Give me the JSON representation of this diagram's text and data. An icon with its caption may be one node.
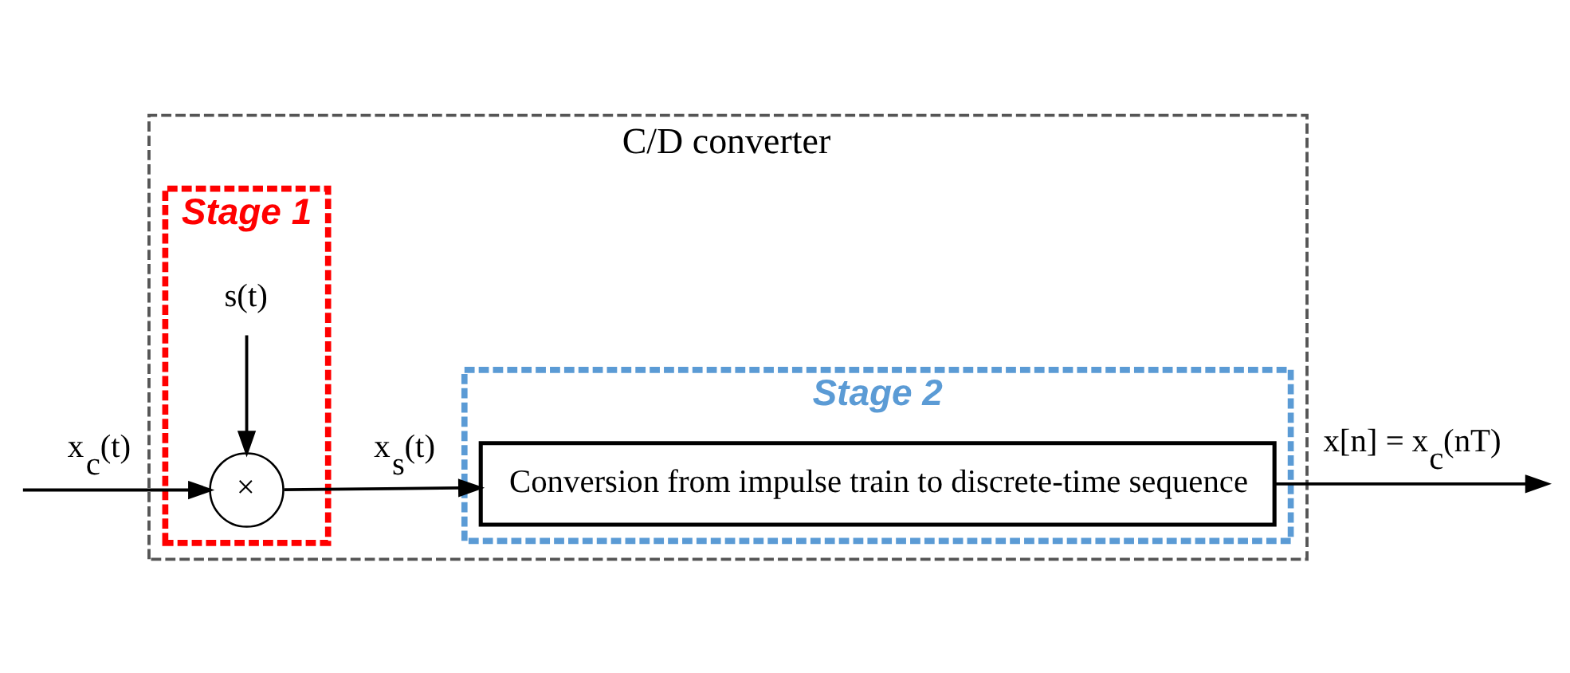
{
  "diagram": {
    "nodes": [
      {
        "text": [
          "C/D converter"
        ]
      },
      {
        "text": [
          "Stage 1"
        ],
        "in": 0
      },
      {
        "text": [
          "Stage 2"
        ],
        "in": 0
      },
      {
        "text": [
          "×"
        ],
        "in": 1
      },
      {
        "text": [
          "Conversion from impulse train to discrete-time sequence"
        ],
        "in": 2
      },
      {
        "text": [
          "s(t)"
        ],
        "in": 1
      }
    ],
    "edges": [
      {
        "from": null,
        "to": 3,
        "arrow": "to",
        "label": "x$_{c}$(t)"
      },
      {
        "from": 5,
        "to": 3,
        "arrow": "to"
      },
      {
        "from": 3,
        "to": 4,
        "arrow": "to",
        "label": "x$_{s}$(t)"
      },
      {
        "from": 4,
        "to": null,
        "arrow": "to",
        "label": "x[n] = x$_{c}$(nT)"
      }
    ]
  }
}
